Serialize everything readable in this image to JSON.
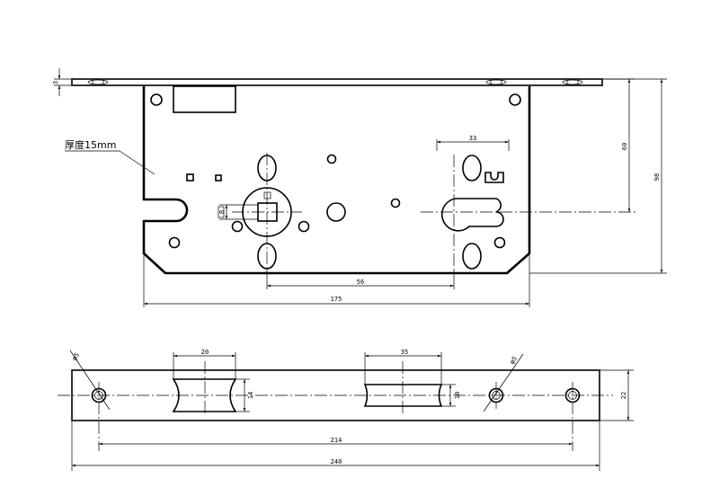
{
  "drawing": {
    "note_label": "厚度15mm",
    "dimensions": {
      "plate_thickness": "3",
      "bolt_width": "33",
      "dist_60": "60",
      "dist_98": "98",
      "spindle_square": "8",
      "center_distance": "56",
      "case_width": "175",
      "slot_left_width": "20",
      "slot_right_width": "35",
      "hole_diameter_left": "φ5",
      "hole_diameter_right": "φ5",
      "slot_left_height": "14",
      "slot_right_height": "10",
      "faceplate_height": "22",
      "hole_spacing": "214",
      "faceplate_length": "240"
    }
  }
}
